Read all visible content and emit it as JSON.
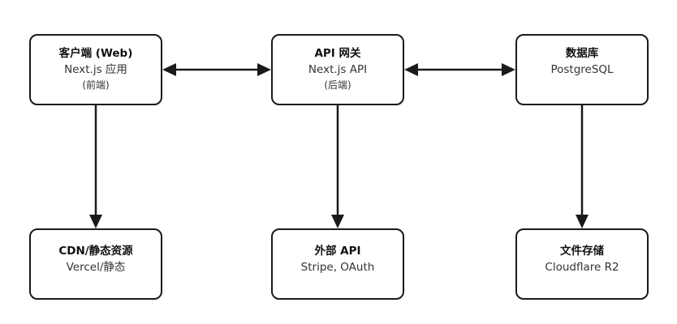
{
  "nodes": {
    "client": {
      "title": "客户端 (Web)",
      "line1": "Next.js 应用",
      "line2": "(前端)"
    },
    "gateway": {
      "title": "API 网关",
      "line1": "Next.js API",
      "line2": "(后端)"
    },
    "db": {
      "title": "数据库",
      "line1": "PostgreSQL"
    },
    "cdn": {
      "title": "CDN/静态资源",
      "line1": "Vercel/静态"
    },
    "ext": {
      "title": "外部 API",
      "line1": "Stripe, OAuth"
    },
    "files": {
      "title": "文件存储",
      "line1": "Cloudflare R2"
    }
  },
  "edges": [
    {
      "from": "client",
      "to": "gateway",
      "direction": "bidirectional"
    },
    {
      "from": "gateway",
      "to": "db",
      "direction": "bidirectional"
    },
    {
      "from": "client",
      "to": "cdn",
      "direction": "forward"
    },
    {
      "from": "gateway",
      "to": "ext",
      "direction": "forward"
    },
    {
      "from": "db",
      "to": "files",
      "direction": "forward"
    }
  ],
  "colors": {
    "stroke": "#1a1a1a",
    "background": "#ffffff"
  }
}
